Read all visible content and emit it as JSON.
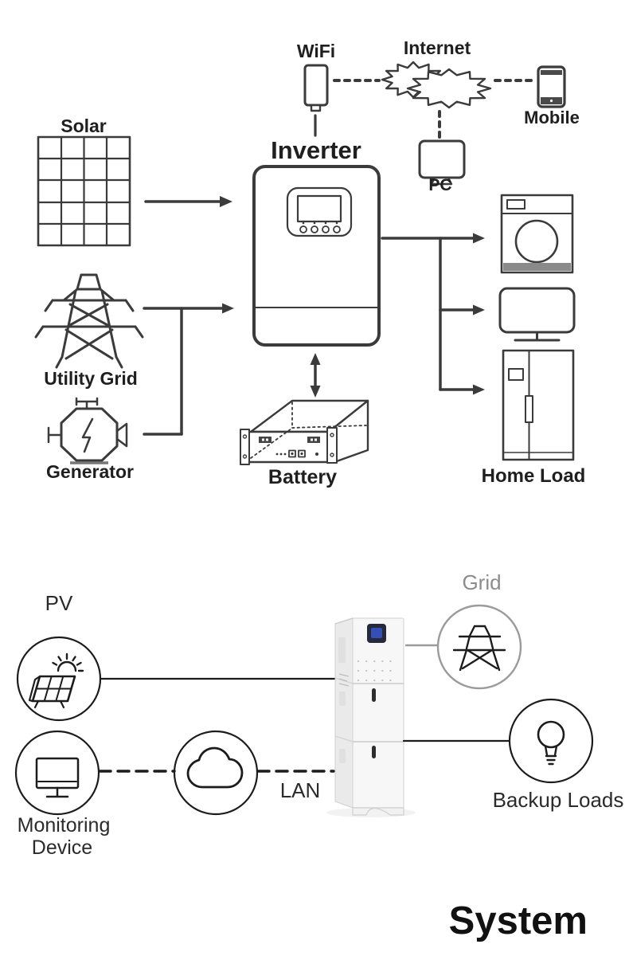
{
  "top": {
    "solar": "Solar",
    "wifi": "WiFi",
    "internet": "Internet",
    "mobile": "Mobile",
    "pc": "PC",
    "inverter": "Inverter",
    "utility_grid": "Utility Grid",
    "generator": "Generator",
    "battery": "Battery",
    "home_load": "Home Load"
  },
  "bottom": {
    "pv": "PV",
    "grid": "Grid",
    "monitoring_line1": "Monitoring",
    "monitoring_line2": "Device",
    "lan": "LAN",
    "backup_loads": "Backup Loads",
    "system": "System"
  },
  "colors": {
    "diagram_ink": "#3b3b3b",
    "bottom_ink": "#1c1c1c",
    "grid_label_gray": "#8c8c8c",
    "grid_line_gray": "#9b9b9b",
    "screen_blue": "#3450b4",
    "appliance_gray": "#8a8a8a"
  }
}
